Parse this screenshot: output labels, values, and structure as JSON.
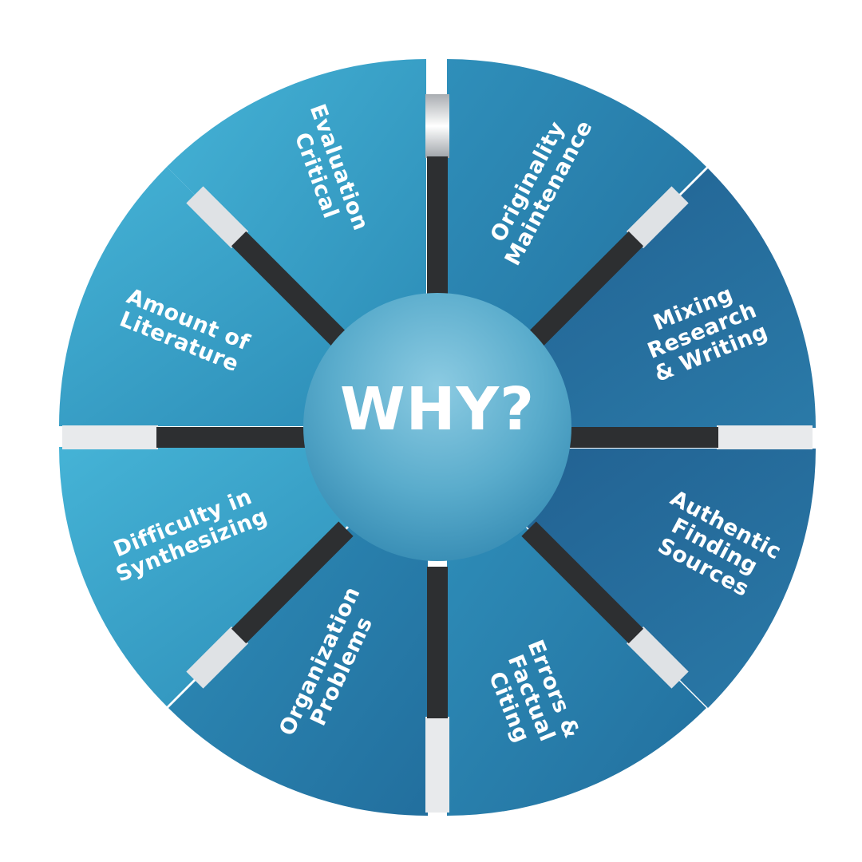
{
  "diagram": {
    "center_label": "WHY?",
    "colors": {
      "light_blue": "#3aa6cc",
      "mid_blue": "#2a86b0",
      "dark_blue": "#1f5f8f",
      "center": "#7cc0d9",
      "spoke_dark": "#2d2f31",
      "spoke_light": "#e6e8ea"
    },
    "segments": [
      {
        "label": "Evaluation\nCritical"
      },
      {
        "label": "Originality\nMaintenance"
      },
      {
        "label": "Mixing\nResearch\n& Writing"
      },
      {
        "label": "Authentic\nFinding\nSources"
      },
      {
        "label": "Errors &\nFactual\nCiting"
      },
      {
        "label": "Organization\nProblems"
      },
      {
        "label": "Difficulty in\nSynthesizing"
      },
      {
        "label": "Amount of\nLiterature"
      }
    ]
  }
}
